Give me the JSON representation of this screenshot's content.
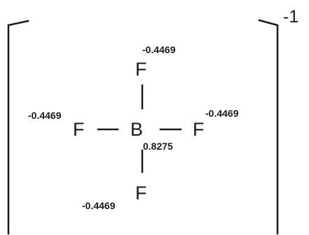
{
  "ion_charge": "-1",
  "atoms": {
    "center": "B",
    "top": "F",
    "left": "F",
    "right": "F",
    "bottom": "F"
  },
  "charges": {
    "center": "0.8275",
    "top": "-0.4469",
    "left": "-0.4469",
    "right": "-0.4469",
    "bottom": "-0.4469"
  }
}
